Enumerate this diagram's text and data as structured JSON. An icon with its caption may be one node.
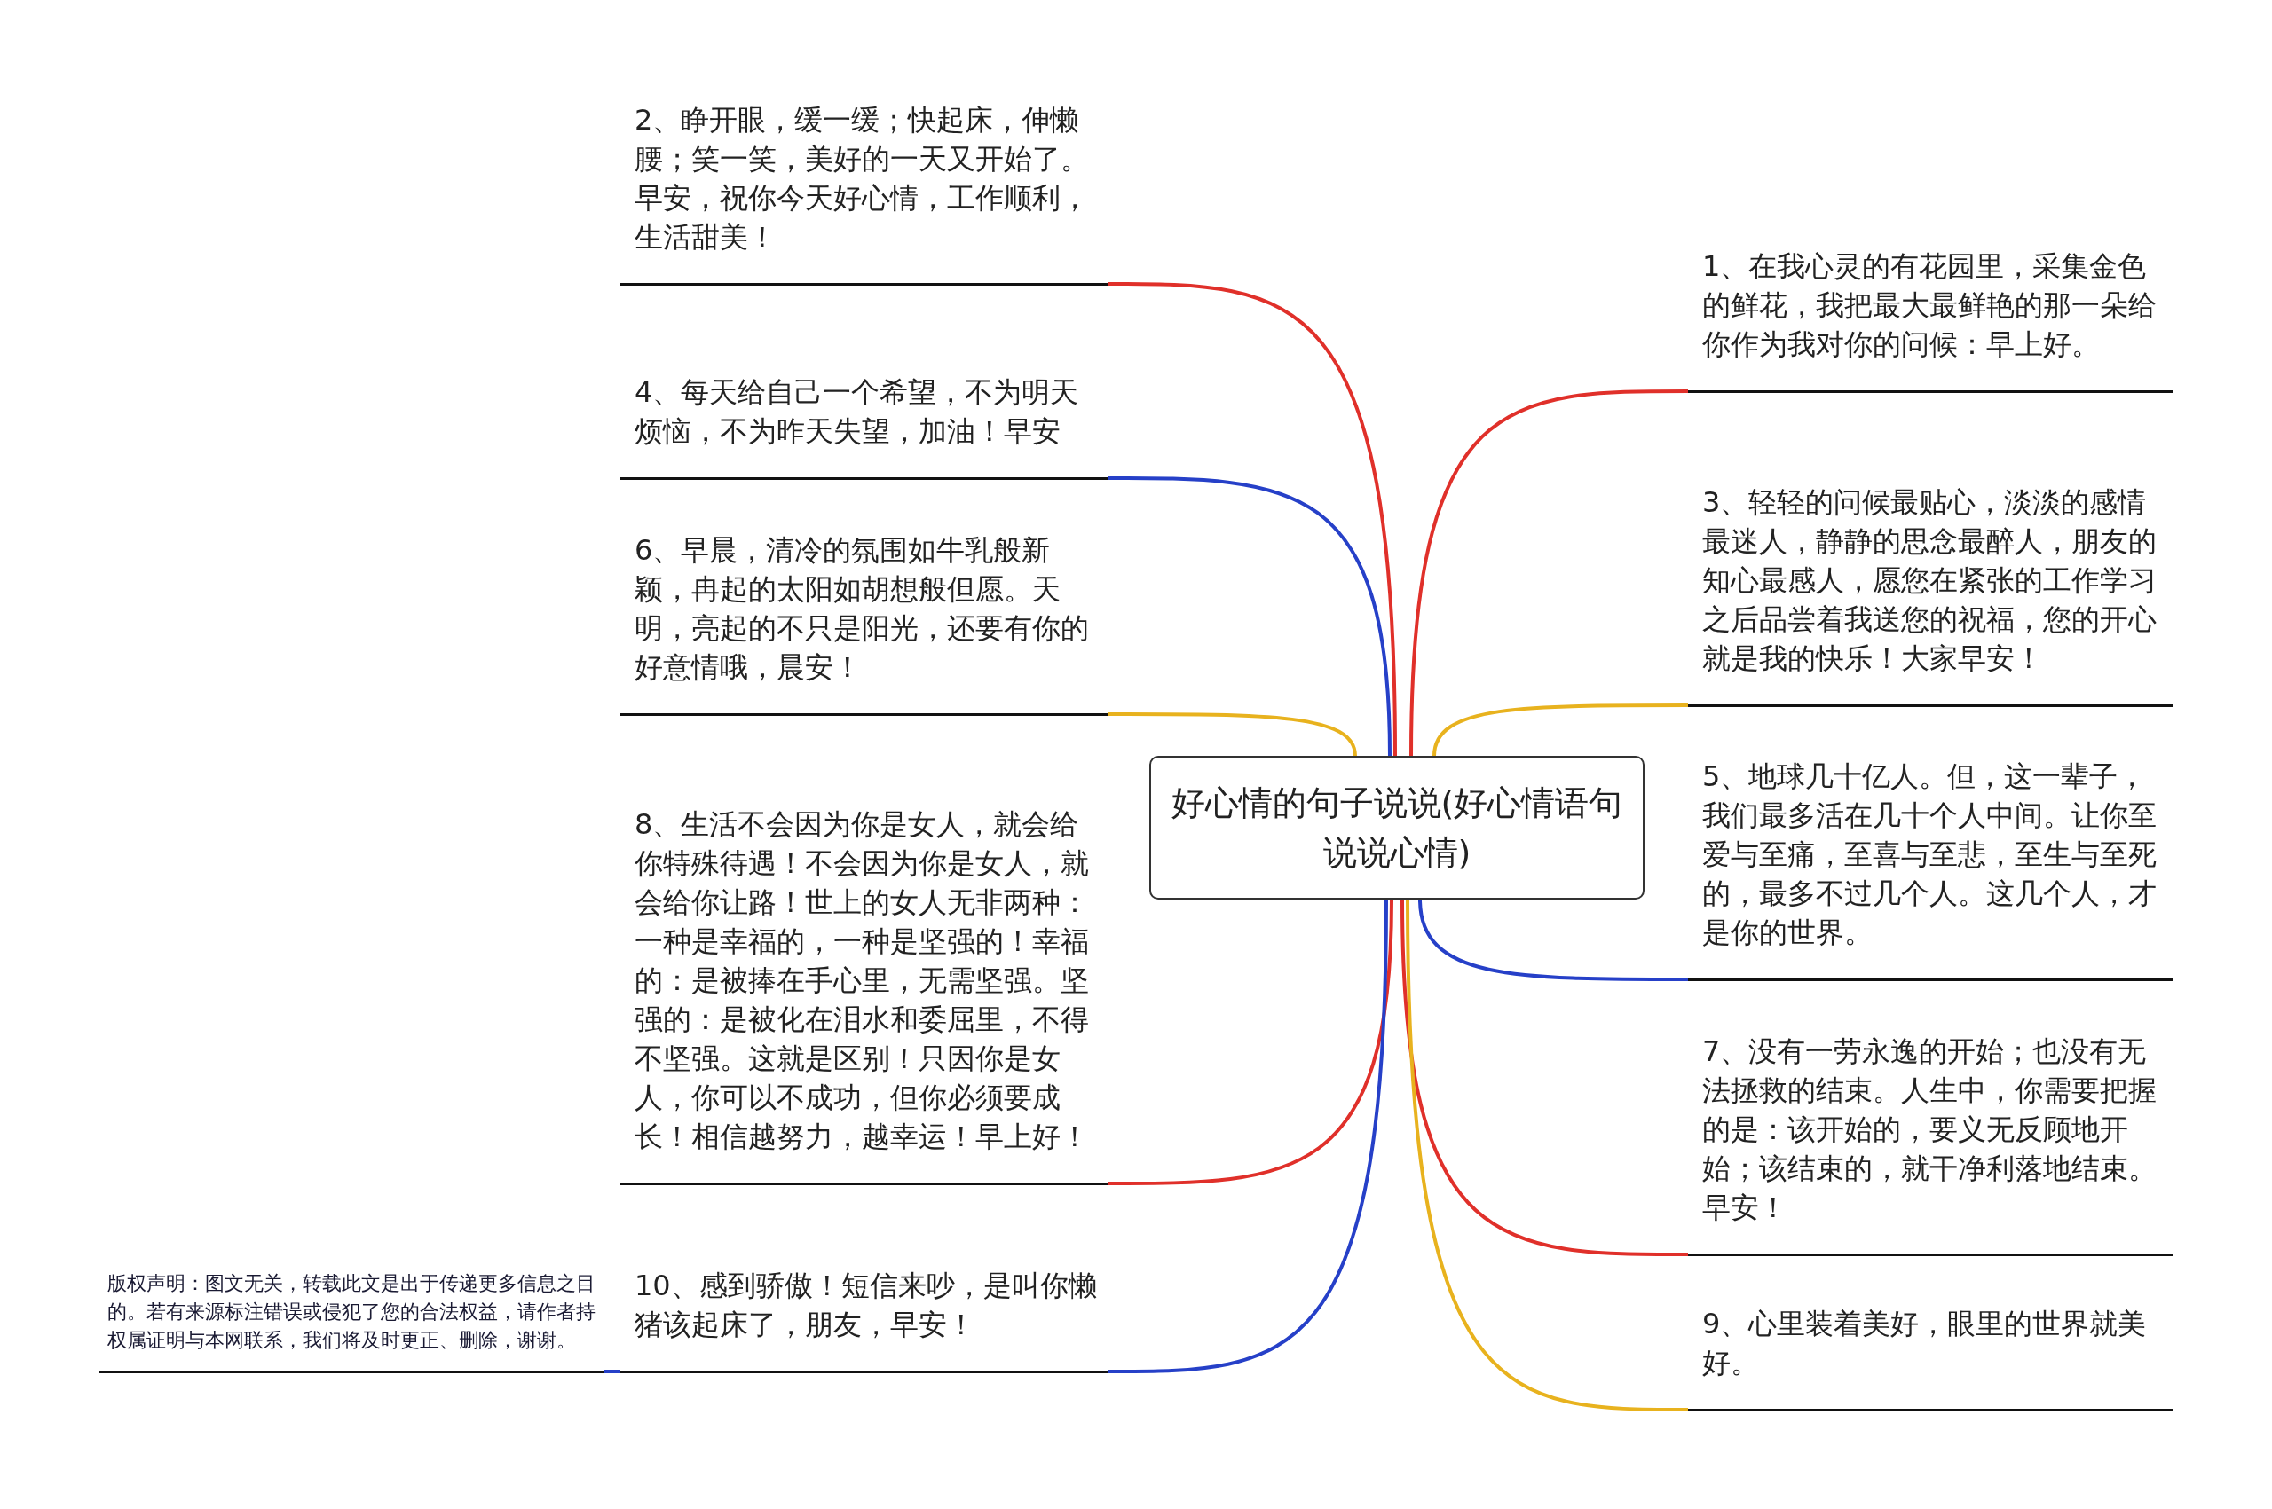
{
  "diagram": {
    "nodes": [
      {
        "text": [
          "好心情的句子说说(好心情语句说说心情)"
        ]
      },
      {
        "text": [
          "1、在我心灵的有花园里，采集金色的鲜花，我把最大最鲜艳的那一朵给你作为我对你的问候：早上好。"
        ]
      },
      {
        "text": [
          "2、睁开眼，缓一缓；快起床，伸懒腰；笑一笑，美好的一天又开始了。早安，祝你今天好心情，工作顺利，生活甜美！"
        ]
      },
      {
        "text": [
          "3、轻轻的问候最贴心，淡淡的感情最迷人，静静的思念最醉人，朋友的知心最感人，愿您在紧张的工作学习之后品尝着我送您的祝福，您的开心就是我的快乐！大家早安！"
        ]
      },
      {
        "text": [
          "4、每天给自己一个希望，不为明天烦恼，不为昨天失望，加油！早安"
        ]
      },
      {
        "text": [
          "5、地球几十亿人。但，这一辈子，我们最多活在几十个人中间。让你至爱与至痛，至喜与至悲，至生与至死的，最多不过几个人。这几个人，才是你的世界。"
        ]
      },
      {
        "text": [
          "6、早晨，清冷的氛围如牛乳般新颖，冉起的太阳如胡想般但愿。天明，亮起的不只是阳光，还要有你的好意情哦，晨安！"
        ]
      },
      {
        "text": [
          "7、没有一劳永逸的开始；也没有无法拯救的结束。人生中，你需要把握的是：该开始的，要义无反顾地开始；该结束的，就干净利落地结束。早安！"
        ]
      },
      {
        "text": [
          "8、生活不会因为你是女人，就会给你特殊待遇！不会因为你是女人，就会给你让路！世上的女人无非两种：一种是幸福的，一种是坚强的！幸福的：是被捧在手心里，无需坚强。坚强的：是被化在泪水和委屈里，不得不坚强。这就是区别！只因你是女人，你可以不成功，但你必须要成长！相信越努力，越幸运！早上好！"
        ]
      },
      {
        "text": [
          "9、心里装着美好，眼里的世界就美好。"
        ]
      },
      {
        "text": [
          "10、感到骄傲！短信来吵，是叫你懒猪该起床了，朋友，早安！"
        ]
      },
      {
        "text": [
          "版权声明：图文无关，转载此文是出于传递更多信息之目的。若有来源标注错误或侵犯了您的合法权益，请作者持权属证明与本网联系，我们将及时更正、删除，谢谢。"
        ]
      }
    ],
    "edges": [
      {
        "from": 0,
        "to": 1,
        "arrow": "none",
        "color": "#e0302a"
      },
      {
        "from": 0,
        "to": 2,
        "arrow": "none",
        "color": "#e0302a"
      },
      {
        "from": 0,
        "to": 3,
        "arrow": "none",
        "color": "#e8b21e"
      },
      {
        "from": 0,
        "to": 4,
        "arrow": "none",
        "color": "#2640c8"
      },
      {
        "from": 0,
        "to": 5,
        "arrow": "none",
        "color": "#2640c8"
      },
      {
        "from": 0,
        "to": 6,
        "arrow": "none",
        "color": "#e8b21e"
      },
      {
        "from": 0,
        "to": 7,
        "arrow": "none",
        "color": "#e0302a"
      },
      {
        "from": 0,
        "to": 8,
        "arrow": "none",
        "color": "#e0302a"
      },
      {
        "from": 0,
        "to": 9,
        "arrow": "none",
        "color": "#e8b21e"
      },
      {
        "from": 0,
        "to": 10,
        "arrow": "none",
        "color": "#2640c8"
      },
      {
        "from": 10,
        "to": 11,
        "arrow": "none",
        "color": "#2640c8"
      }
    ]
  }
}
